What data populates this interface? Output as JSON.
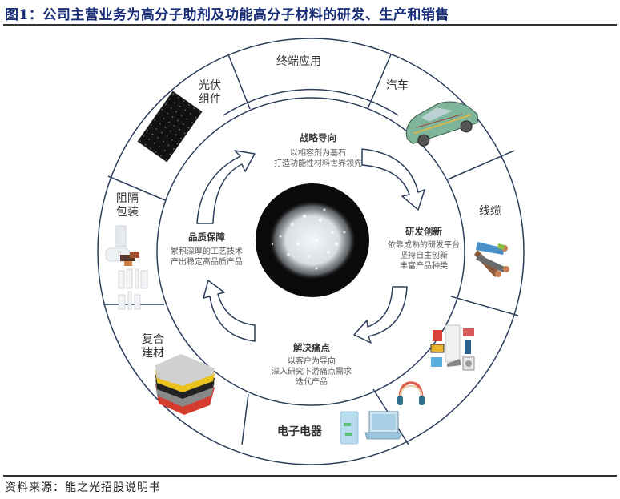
{
  "figure": {
    "title": "图1：公司主营业务为高分子助剂及功能高分子材料的研发、生产和销售",
    "source": "资料来源：能之光招股说明书"
  },
  "outer_ring": {
    "header": "终端应用",
    "segments": [
      {
        "label_line1": "汽车",
        "label_line2": "",
        "icon": "car-icon"
      },
      {
        "label_line1": "线缆",
        "label_line2": "",
        "icon": "cable-icon"
      },
      {
        "label_line1": "",
        "label_line2": "",
        "icon": "home-appliances-icon"
      },
      {
        "label_line1": "电子电器",
        "label_line2": "",
        "icon": "electronics-icon"
      },
      {
        "label_line1": "复合",
        "label_line2": "建材",
        "icon": "composite-panel-icon"
      },
      {
        "label_line1": "阻隔",
        "label_line2": "包装",
        "icon": "packaging-icon"
      },
      {
        "label_line1": "光伏",
        "label_line2": "组件",
        "icon": "solar-panel-icon"
      }
    ]
  },
  "inner_cycle": {
    "center_image": "polymer-pellets-image",
    "stages": [
      {
        "id": "strategy",
        "title": "战略导向",
        "desc": [
          "以相容剂为基石",
          "打造功能性材料世界领先"
        ]
      },
      {
        "id": "rnd",
        "title": "研发创新",
        "desc": [
          "依靠成熟的研发平台",
          "坚持自主创新",
          "丰富产品种类"
        ]
      },
      {
        "id": "pain",
        "title": "解决痛点",
        "desc": [
          "以客户为导向",
          "深入研究下游痛点需求",
          "迭代产品"
        ]
      },
      {
        "id": "quality",
        "title": "品质保障",
        "desc": [
          "累积深厚的工艺技术",
          "产出稳定高品质产品"
        ]
      }
    ]
  },
  "colors": {
    "title": "#1a2f7a",
    "ring_stroke": "#2c3e5c",
    "center_disc": "#0a0a0a",
    "pellets": "#e8ecef"
  }
}
